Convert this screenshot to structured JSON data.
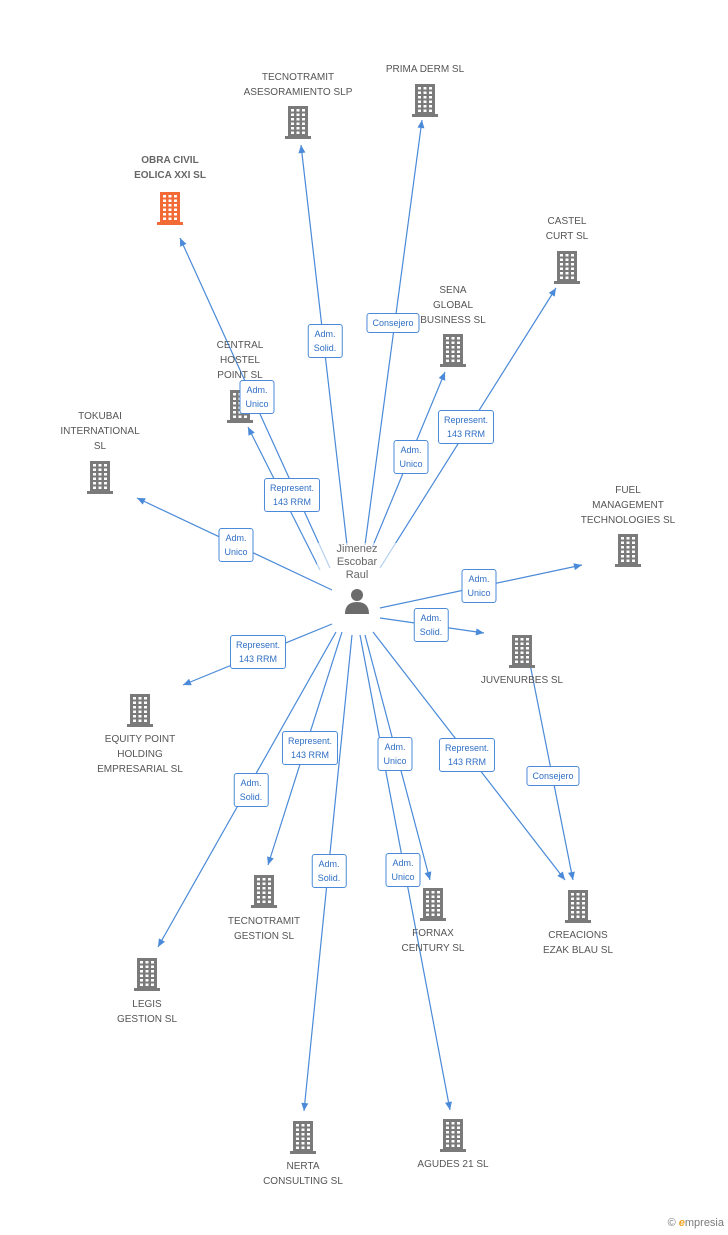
{
  "colors": {
    "edge": "#4a8ad8",
    "building": "#7a7a7a",
    "highlight_building": "#f26a35",
    "person": "#6b6b6b"
  },
  "person": {
    "name": "Jimenez\nEscobar\nRaul",
    "icon": "person-icon"
  },
  "companies": [
    {
      "id": "tecnotramit-asesoramiento",
      "name": "TECNOTRAMIT\nASESORAMIENTO SLP",
      "icon": "building-icon"
    },
    {
      "id": "prima-derm",
      "name": "PRIMA DERM SL",
      "icon": "building-icon"
    },
    {
      "id": "obra-civil-eolica",
      "name": "OBRA CIVIL\nEOLICA XXI SL",
      "icon": "building-icon",
      "highlight": true
    },
    {
      "id": "castel-curt",
      "name": "CASTEL\nCURT SL",
      "icon": "building-icon"
    },
    {
      "id": "sena-global",
      "name": "SENA\nGLOBAL\nBUSINESS  SL",
      "icon": "building-icon"
    },
    {
      "id": "central-hostel",
      "name": "CENTRAL\nHOSTEL\nPOINT SL",
      "icon": "building-icon"
    },
    {
      "id": "tokubai",
      "name": "TOKUBAI\nINTERNATIONAL\nSL",
      "icon": "building-icon"
    },
    {
      "id": "fuel-management",
      "name": "FUEL\nMANAGEMENT\nTECHNOLOGIES SL",
      "icon": "building-icon"
    },
    {
      "id": "juvenurbes",
      "name": "JUVENURBES SL",
      "icon": "building-icon"
    },
    {
      "id": "equity-point",
      "name": "EQUITY POINT\nHOLDING\nEMPRESARIAL SL",
      "icon": "building-icon"
    },
    {
      "id": "tecnotramit-gestion",
      "name": "TECNOTRAMIT\nGESTION SL",
      "icon": "building-icon"
    },
    {
      "id": "fornax-century",
      "name": "FORNAX\nCENTURY SL",
      "icon": "building-icon"
    },
    {
      "id": "creacions-ezak",
      "name": "CREACIONS\nEZAK BLAU SL",
      "icon": "building-icon"
    },
    {
      "id": "legis-gestion",
      "name": "LEGIS\nGESTION SL",
      "icon": "building-icon"
    },
    {
      "id": "nerta-consulting",
      "name": "NERTA\nCONSULTING  SL",
      "icon": "building-icon"
    },
    {
      "id": "agudes-21",
      "name": "AGUDES 21  SL",
      "icon": "building-icon"
    }
  ],
  "relations": [
    {
      "to": "tecnotramit-asesoramiento",
      "role": "Adm.\nSolid."
    },
    {
      "to": "prima-derm",
      "role": "Consejero"
    },
    {
      "to": "obra-civil-eolica",
      "role": "Adm.\nUnico"
    },
    {
      "to": "castel-curt",
      "role": "Represent.\n143 RRM"
    },
    {
      "to": "sena-global",
      "role": "Adm.\nUnico"
    },
    {
      "to": "central-hostel",
      "role": "Represent.\n143 RRM"
    },
    {
      "to": "tokubai",
      "role": "Adm.\nUnico"
    },
    {
      "to": "fuel-management",
      "role": "Adm.\nUnico"
    },
    {
      "to": "juvenurbes",
      "role": "Adm.\nSolid."
    },
    {
      "to": "equity-point",
      "role": "Represent.\n143 RRM"
    },
    {
      "to": "tecnotramit-gestion",
      "role": "Represent.\n143 RRM"
    },
    {
      "to": "legis-gestion",
      "role": "Adm.\nSolid."
    },
    {
      "to": "nerta-consulting",
      "role": "Adm.\nSolid."
    },
    {
      "to": "agudes-21",
      "role": "Adm.\nUnico"
    },
    {
      "to": "fornax-century",
      "role": "Adm.\nUnico"
    },
    {
      "to": "creacions-ezak",
      "role": "Represent.\n143 RRM"
    },
    {
      "from": "juvenurbes",
      "to": "creacions-ezak",
      "role": "Consejero"
    }
  ],
  "watermark": {
    "symbol": "©",
    "brand_initial": "e",
    "brand_rest": "mpresia"
  }
}
